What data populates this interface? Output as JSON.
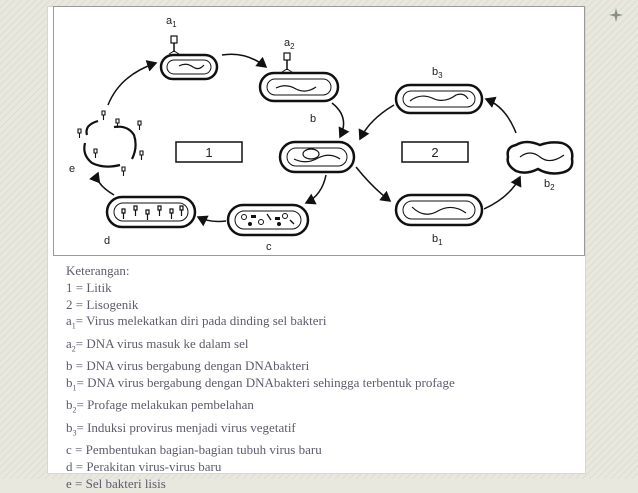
{
  "diagram": {
    "stage_labels": {
      "a1": {
        "main": "a",
        "sub": "1"
      },
      "a2": {
        "main": "a",
        "sub": "2"
      },
      "b": {
        "main": "b",
        "sub": ""
      },
      "b1": {
        "main": "b",
        "sub": "1"
      },
      "b2": {
        "main": "b",
        "sub": "2"
      },
      "b3": {
        "main": "b",
        "sub": "3"
      },
      "c": {
        "main": "c",
        "sub": ""
      },
      "d": {
        "main": "d",
        "sub": ""
      },
      "e": {
        "main": "e",
        "sub": ""
      }
    },
    "box_left": "1",
    "box_right": "2"
  },
  "caption": {
    "title": "Keterangan:",
    "items": [
      {
        "key": "1",
        "sub": "",
        "text": " = Litik"
      },
      {
        "key": "2",
        "sub": "",
        "text": " = Lisogenik"
      },
      {
        "key": "a",
        "sub": "1",
        "text": "= Virus melekatkan diri pada dinding sel bakteri"
      },
      {
        "key": "a",
        "sub": "2",
        "text": "= DNA virus masuk ke dalam sel"
      },
      {
        "key": "b",
        "sub": "",
        "text": " = DNA virus bergabung dengan DNAbakteri"
      },
      {
        "key": "b",
        "sub": "1",
        "text": "= DNA virus bergabung dengan DNAbakteri sehingga terbentuk profage"
      },
      {
        "key": "b",
        "sub": "2",
        "text": "= Profage melakukan pembelahan"
      },
      {
        "key": "b",
        "sub": "3",
        "text": "= Induksi provirus menjadi virus vegetatif"
      },
      {
        "key": "c",
        "sub": "",
        "text": " = Pembentukan bagian-bagian tubuh virus baru"
      },
      {
        "key": "d",
        "sub": "",
        "text": " = Perakitan virus-virus baru"
      },
      {
        "key": "e",
        "sub": "",
        "text": " = Sel bakteri lisis"
      }
    ]
  },
  "icons": {
    "corner": "four-point-star-icon"
  }
}
